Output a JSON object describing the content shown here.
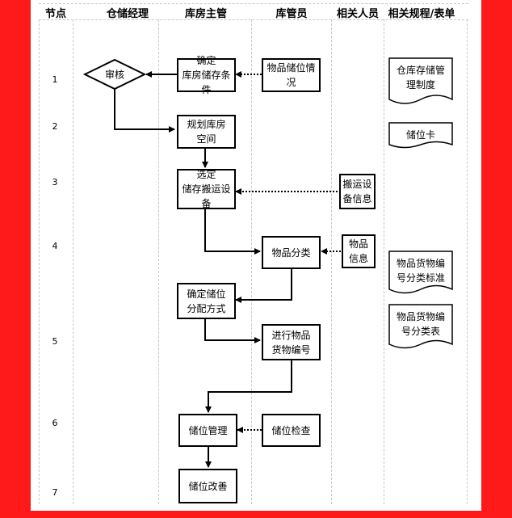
{
  "columns": {
    "node": "节点",
    "manager": "仓储经理",
    "supervisor": "库房主管",
    "keeper": "库管员",
    "related": "相关人员",
    "forms": "相关规程/表单"
  },
  "steps": [
    "1",
    "2",
    "3",
    "4",
    "5",
    "6",
    "7"
  ],
  "nodes": {
    "review": "审核",
    "confirm_conditions": "确定\n库房储存条件",
    "item_storage_status": "物品储位情况",
    "plan_space": "规划库房\n空间",
    "select_equipment": "选定\n储存搬运设备",
    "handling_equipment_info": "搬运设\n备信息",
    "classify_items": "物品分类",
    "item_info": "物品\n信息",
    "allocation_method": "确定储位\n分配方式",
    "numbering": "进行物品\n货物编号",
    "location_management": "储位管理",
    "location_check": "储位检查",
    "location_improvement": "储位改善"
  },
  "documents": {
    "storage_rules": "仓库存储管\n理制度",
    "location_card": "储位卡",
    "classification_standard": "物品货物编\n号分类标准",
    "classification_table": "物品货物编\n号分类表"
  }
}
